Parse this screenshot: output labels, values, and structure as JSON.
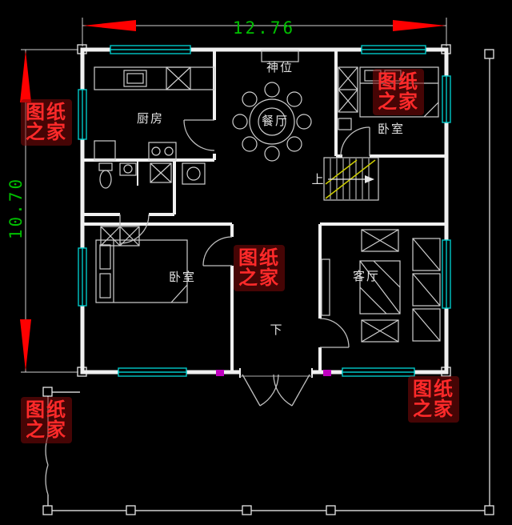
{
  "dimensions": {
    "width": "12.76",
    "height": "10.70"
  },
  "labels": {
    "shrine": "神位",
    "kitchen": "厨房",
    "dining": "餐厅",
    "bedroom_top": "卧室",
    "bedroom_bottom": "卧室",
    "living": "客厅",
    "entry": "下",
    "stairs": "上"
  },
  "watermark": {
    "full": "图纸之家",
    "line1": "图纸",
    "line2": "之家"
  },
  "colors": {
    "background": "#000000",
    "wall": "#f0f0f0",
    "window": "#00c8c8",
    "dimension_text": "#00bf00",
    "arrow": "#ff0000",
    "stairs": "#cccc00",
    "watermark_text": "#ff2a2a",
    "plumbing_marker": "#bf00bf"
  }
}
